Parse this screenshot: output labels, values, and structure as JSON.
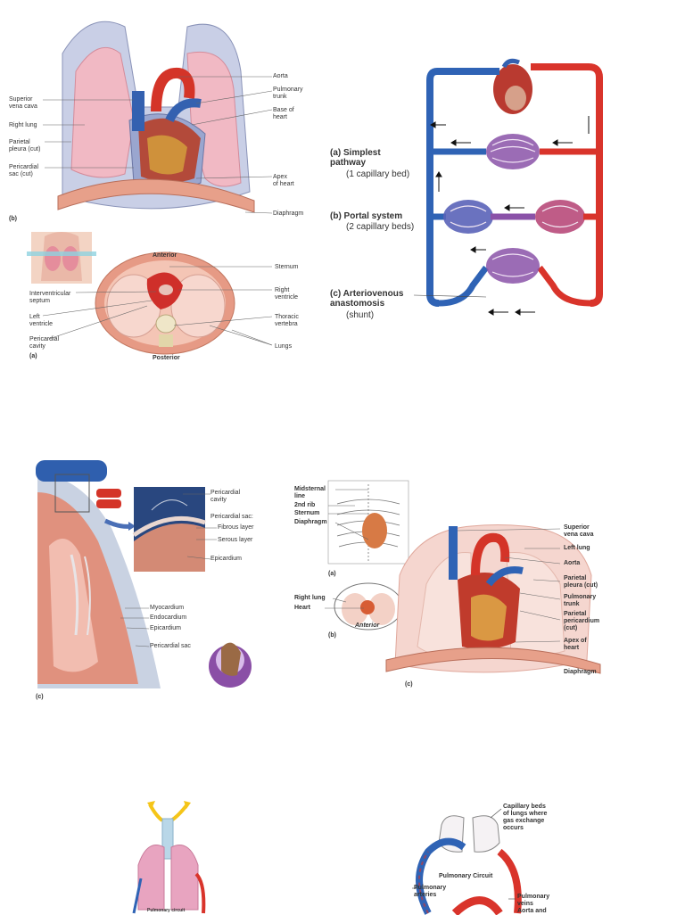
{
  "panel_heart_lungs": {
    "labels": {
      "aorta": "Aorta",
      "pulmonary_trunk": "Pulmonary\ntrunk",
      "base_of_heart": "Base of\nheart",
      "apex_of_heart": "Apex\nof heart",
      "diaphragm": "Diaphragm",
      "superior_vena_cava": "Superior\nvena cava",
      "right_lung": "Right lung",
      "parietal_pleura": "Parietal\npleura (cut)",
      "pericardial_sac": "Pericardial\nsac (cut)",
      "panel_letter": "(b)"
    }
  },
  "panel_cross_section": {
    "labels": {
      "anterior": "Anterior",
      "posterior": "Posterior",
      "sternum": "Sternum",
      "right_ventricle": "Right\nventricle",
      "thoracic_vertebra": "Thoracic\nvertebra",
      "lungs": "Lungs",
      "interventricular_septum": "Interventricular\nseptum",
      "left_ventricle": "Left\nventricle",
      "pericardial_cavity": "Pericardial\ncavity",
      "panel_letter": "(a)"
    }
  },
  "panel_circulation": {
    "a_title": "(a) Simplest\n      pathway",
    "a_sub": "(1 capillary bed)",
    "b_title": "(b) Portal system",
    "b_sub": "(2 capillary beds)",
    "c_title": "(c) Arteriovenous\n      anastomosis",
    "c_sub": "(shunt)",
    "colors": {
      "artery": "#d9342b",
      "vein": "#2f63b5",
      "mixed": "#8a52a8"
    }
  },
  "panel_pericardium": {
    "labels": {
      "pericardial_cavity": "Pericardial\ncavity",
      "pericardial_sac": "Pericardial sac:",
      "fibrous_layer": "Fibrous layer",
      "serous_layer": "Serous layer",
      "epicardium_top": "Epicardium",
      "myocardium": "Myocardium",
      "endocardium": "Endocardium",
      "epicardium": "Epicardium",
      "pericardial_sac_bottom": "Pericardial sac",
      "panel_letter": "(c)"
    }
  },
  "panel_thorax": {
    "labels": {
      "midsternal_line": "Midsternal\nline",
      "second_rib": "2nd rib",
      "sternum": "Sternum",
      "diaphragm_top": "Diaphragm",
      "panel_a": "(a)",
      "right_lung": "Right lung",
      "heart": "Heart",
      "anterior": "Anterior",
      "panel_b": "(b)",
      "superior_vena_cava": "Superior\nvena cava",
      "left_lung": "Left lung",
      "aorta": "Aorta",
      "parietal_pleura": "Parietal\npleura (cut)",
      "pulmonary_trunk": "Pulmonary\ntrunk",
      "parietal_pericardium": "Parietal\npericardium\n(cut)",
      "apex_of_heart": "Apex of\nheart",
      "diaphragm": "Diaphragm",
      "panel_c": "(c)"
    }
  },
  "panel_bottom_left": {
    "labels": {
      "pulmonary_circuit": "Pulmonary circuit"
    }
  },
  "panel_bottom_right": {
    "labels": {
      "capillary_beds": "Capillary beds\nof lungs where\ngas exchange\noccurs",
      "pulmonary_circuit": "Pulmonary Circuit",
      "pulmonary_arteries": "Pulmonary\narteries",
      "pulmonary_veins": "Pulmonary\nveins\nAorta and"
    }
  }
}
